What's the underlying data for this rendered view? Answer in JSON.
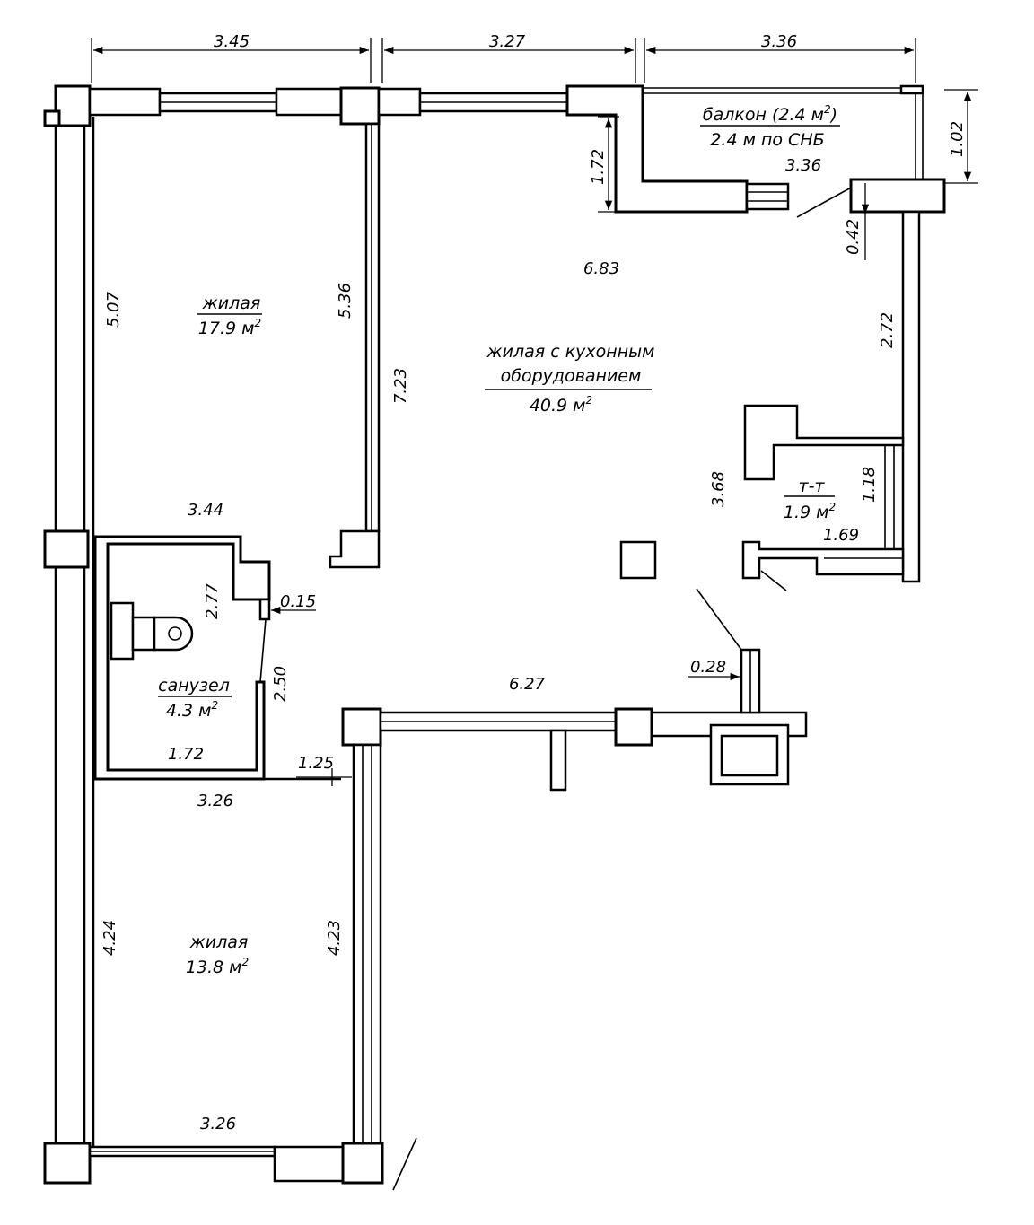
{
  "rooms": {
    "living_1": {
      "name": "жилая",
      "area": "17.9 м"
    },
    "living_big": {
      "name_line1": "жилая с кухонным",
      "name_line2": "оборудованием",
      "area": "40.9 м"
    },
    "bathroom": {
      "name": "санузел",
      "area": "4.3 м"
    },
    "living_2": {
      "name": "жилая",
      "area": "13.8 м"
    },
    "closet": {
      "name": "т-т",
      "area": "1.9 м"
    },
    "balcony": {
      "line1_pre": "балкон (2.4 м",
      "line1_post": ")",
      "line2": "2.4 м по СНБ"
    }
  },
  "superscript": "2",
  "dimensions": {
    "top_1": "3.45",
    "top_2": "3.27",
    "top_3": "3.36",
    "right_balcony": "1.02",
    "balcony_width": "3.36",
    "balcony_depth": "1.72",
    "wall_042": "0.42",
    "kitchen_len": "6.83",
    "left_507": "5.07",
    "inner_536": "5.36",
    "inner_723": "7.23",
    "right_272": "2.72",
    "closet_368": "3.68",
    "closet_118": "1.18",
    "closet_169": "1.69",
    "bath_top": "3.44",
    "bath_277": "2.77",
    "wall_015": "0.15",
    "bath_250": "2.50",
    "bath_172": "1.72",
    "corr_627": "6.27",
    "wall_028": "0.28",
    "wall_125": "1.25",
    "bed2_top": "3.26",
    "left_424": "4.24",
    "inner_423": "4.23",
    "bed2_bottom": "3.26"
  }
}
